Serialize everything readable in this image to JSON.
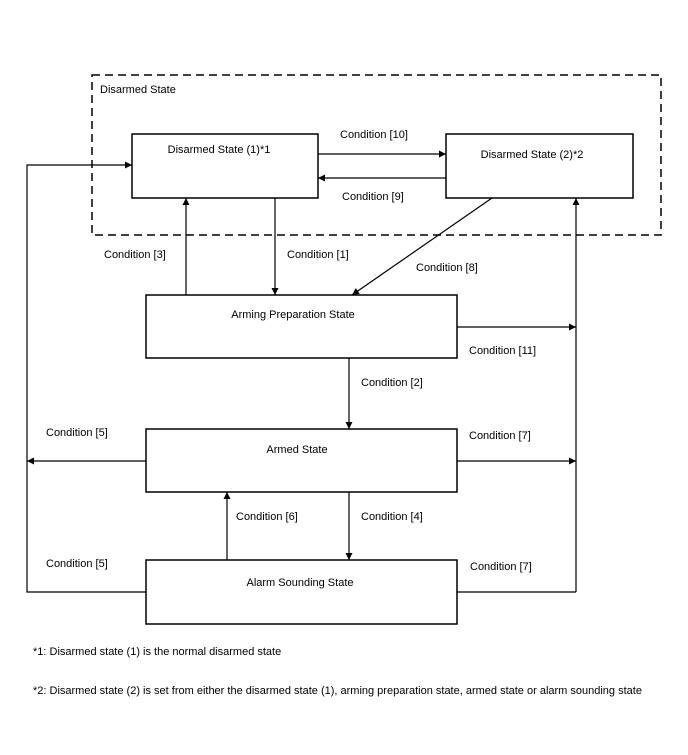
{
  "group": {
    "label": "Disarmed State"
  },
  "states": {
    "disarmed1": "Disarmed State (1)*1",
    "disarmed2": "Disarmed State (2)*2",
    "arming_prep": "Arming Preparation State",
    "armed": "Armed State",
    "alarm": "Alarm Sounding State"
  },
  "conditions": {
    "c1": "Condition [1]",
    "c2": "Condition [2]",
    "c3": "Condition [3]",
    "c4": "Condition [4]",
    "c5_armed": "Condition [5]",
    "c5_alarm": "Condition [5]",
    "c6": "Condition [6]",
    "c7_armed": "Condition [7]",
    "c7_alarm": "Condition [7]",
    "c8": "Condition [8]",
    "c9": "Condition [9]",
    "c10": "Condition [10]",
    "c11": "Condition [11]"
  },
  "notes": {
    "note1": "*1: Disarmed state (1) is the normal disarmed state",
    "note2": "*2: Disarmed state (2) is set from either the disarmed state (1), arming preparation state, armed state or alarm sounding state"
  }
}
